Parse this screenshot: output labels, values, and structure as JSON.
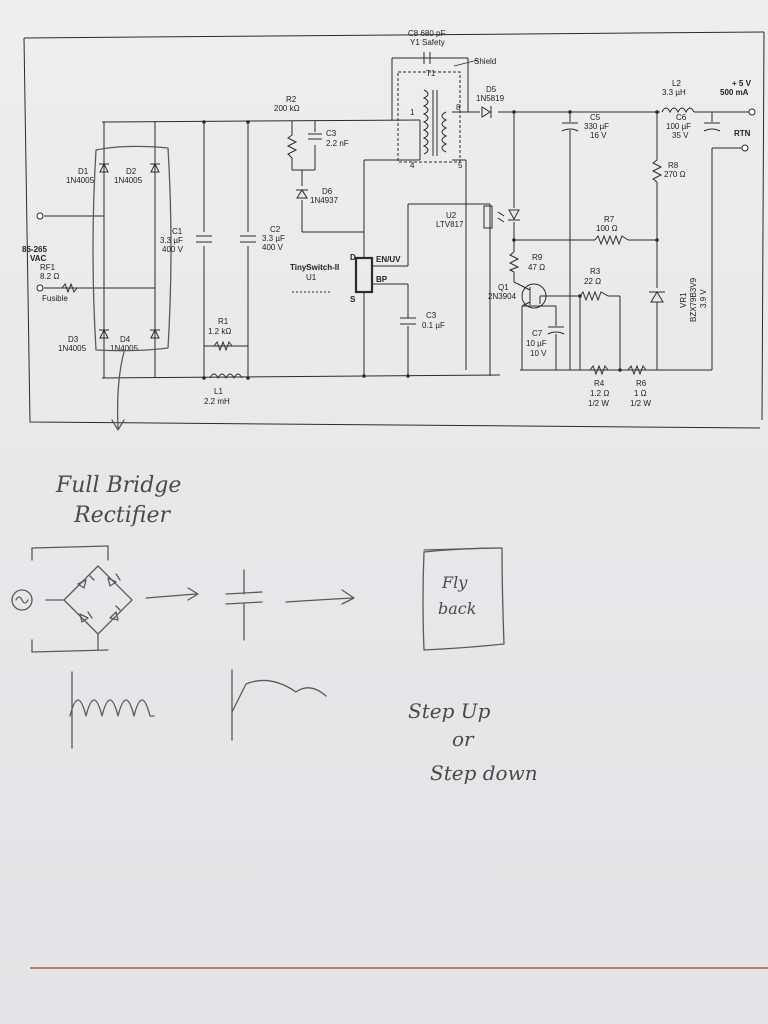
{
  "schematic": {
    "components": {
      "c8": [
        "C8 680 pF",
        "Y1 Safety"
      ],
      "shield": "Shield",
      "t1": "T1",
      "pins": {
        "p1": "1",
        "p4": "4",
        "p5": "5",
        "p8": "8"
      },
      "d5": [
        "D5",
        "1N5819"
      ],
      "l2": [
        "L2",
        "3.3 µH"
      ],
      "out": [
        "+ 5 V",
        "500 mA"
      ],
      "rtn": "RTN",
      "r2": [
        "R2",
        "200 kΩ"
      ],
      "c3a": [
        "C3",
        "2.2 nF"
      ],
      "c5": [
        "C5",
        "330 µF",
        "16 V"
      ],
      "c6": [
        "C6",
        "100 µF",
        "35 V"
      ],
      "r8": [
        "R8",
        "270 Ω"
      ],
      "d6": [
        "D6",
        "1N4937"
      ],
      "d1": [
        "D1",
        "1N4005"
      ],
      "d2": [
        "D2",
        "1N4005"
      ],
      "d3": [
        "D3",
        "1N4005"
      ],
      "d4": [
        "D4",
        "1N4005"
      ],
      "c1": [
        "C1",
        "3.3 µF",
        "400 V"
      ],
      "c2": [
        "C2",
        "3.3 µF",
        "400 V"
      ],
      "u2": [
        "U2",
        "LTV817"
      ],
      "r7": [
        "R7",
        "100 Ω"
      ],
      "input": [
        "85-265",
        "VAC"
      ],
      "rf1": [
        "RF1",
        "8.2 Ω",
        "Fusible"
      ],
      "tinyswitch": "TinySwitch-II",
      "u1": "U1",
      "u1pins": {
        "d": "D",
        "s": "S",
        "enuv": "EN/UV",
        "bp": "BP"
      },
      "r9": [
        "R9",
        "47 Ω"
      ],
      "r3": [
        "R3",
        "22 Ω"
      ],
      "q1": [
        "Q1",
        "2N3904"
      ],
      "vr1": [
        "VR1",
        "BZX79B3V9",
        "3.9 V"
      ],
      "c3b": [
        "C3",
        "0.1 µF"
      ],
      "c7": [
        "C7",
        "10 µF",
        "10 V"
      ],
      "r1": [
        "R1",
        "1.2 kΩ"
      ],
      "l1": [
        "L1",
        "2.2 mH"
      ],
      "r4": [
        "R4",
        "1.2 Ω",
        "1/2 W"
      ],
      "r6": [
        "R6",
        "1 Ω",
        "1/2 W"
      ]
    }
  },
  "notes": {
    "rectifier_label": [
      "Full Bridge",
      "Rectifier"
    ],
    "flyback_label": [
      "Fly",
      "back"
    ],
    "step_label": [
      "Step Up",
      "or",
      "Step down"
    ]
  },
  "colors": {
    "ink": "#2b2b2b",
    "pen": "#5a5a5a",
    "frame_rule": "#c0392b"
  }
}
